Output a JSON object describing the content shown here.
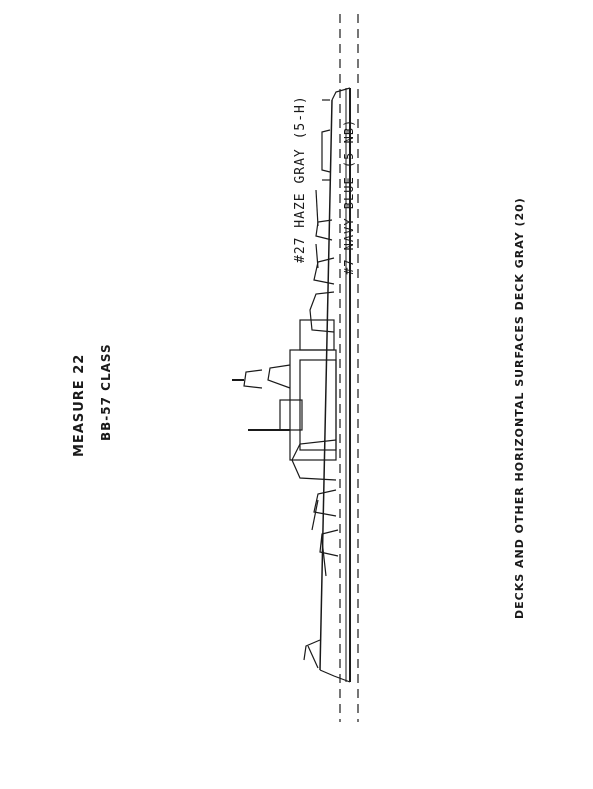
{
  "header": {
    "measure": "MEASURE 22",
    "ship_class": "BB-57 CLASS"
  },
  "paint": {
    "upper": "#27 HAZE GRAY (5-H)",
    "lower": "#7 NAVY BLUE (5-NB)",
    "decks": "DECKS AND OTHER HORIZONTAL SURFACES DECK GRAY (20)"
  },
  "colors": {
    "ink": "#1a1a1a",
    "paper": "#ffffff"
  }
}
